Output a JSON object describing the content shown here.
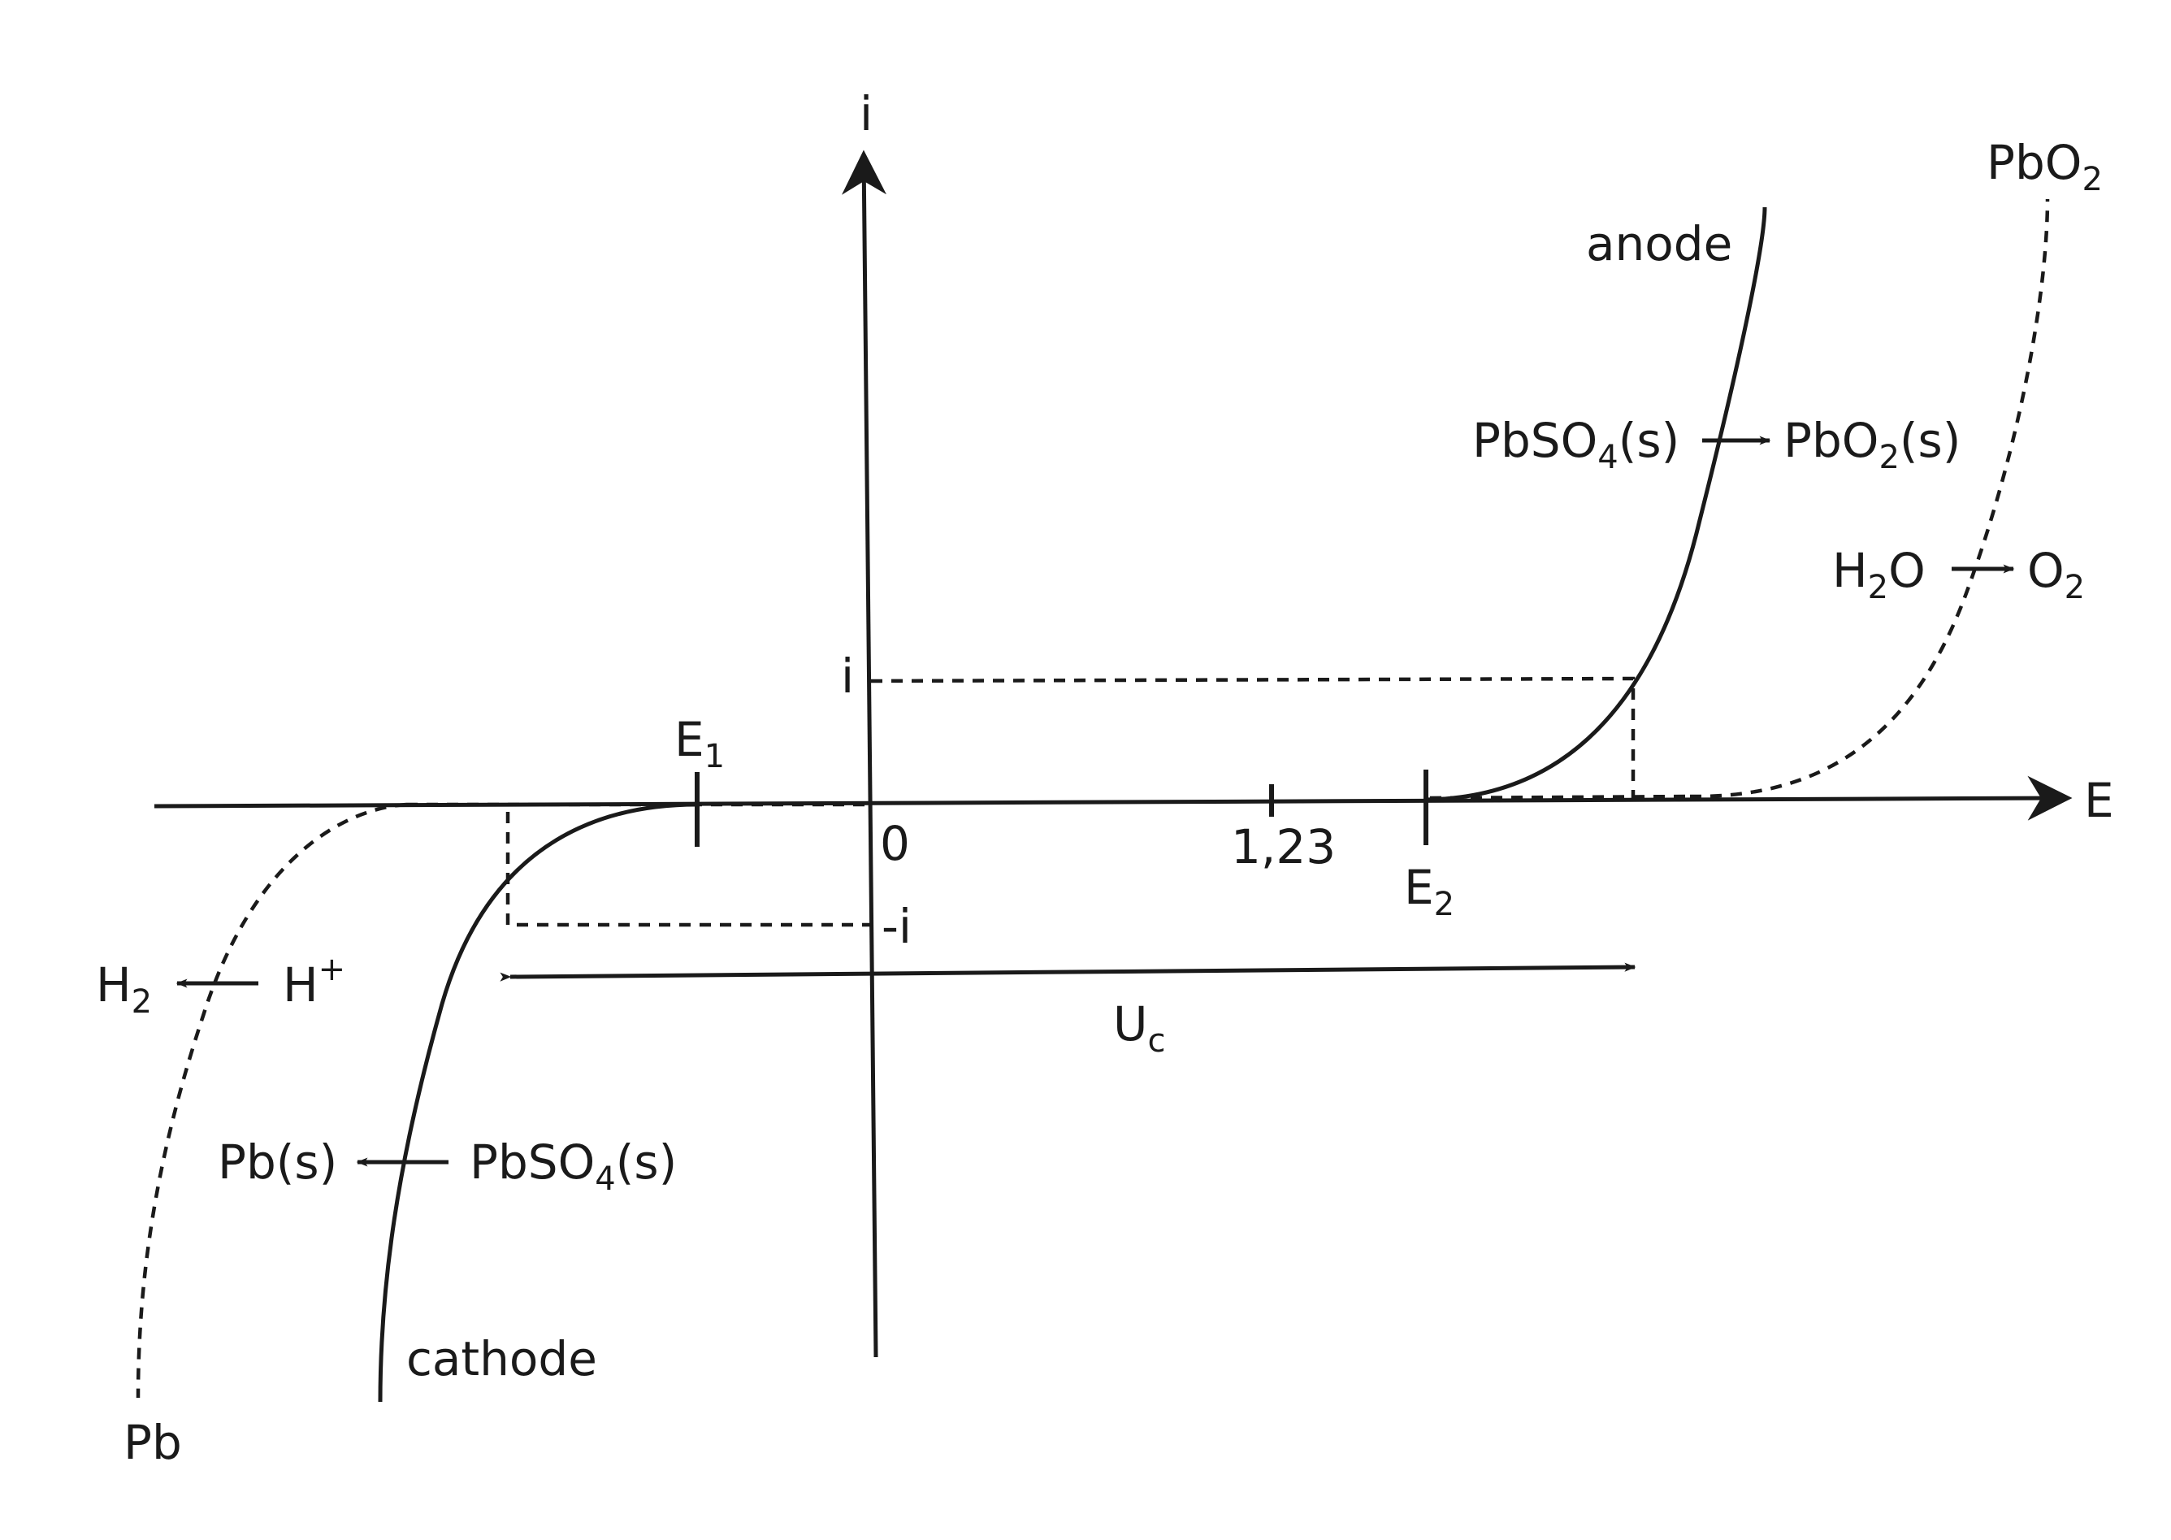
{
  "axes": {
    "vertical_label": "i",
    "horizontal_label": "E",
    "origin_label": "0"
  },
  "ticks": {
    "e1": {
      "main": "E",
      "sub": "1"
    },
    "value_123": "1,23",
    "e2": {
      "main": "E",
      "sub": "2"
    },
    "current_pos": "i",
    "current_neg": "-i"
  },
  "curves": {
    "anode": "anode",
    "cathode": "cathode",
    "pbo2": {
      "main": "PbO",
      "sub": "2"
    },
    "pb": "Pb"
  },
  "reactions": {
    "anode_reaction": {
      "reactant_main": "PbSO",
      "reactant_sub": "4",
      "reactant_tail": "(s)",
      "product_main": "PbO",
      "product_sub": "2",
      "product_tail": "(s)"
    },
    "oxygen": {
      "reactant_main": "H",
      "reactant_sub": "2",
      "reactant_tail": "O",
      "product_main": "O",
      "product_sub": "2"
    },
    "hydrogen": {
      "product_main": "H",
      "product_sub": "2",
      "reactant_main": "H",
      "reactant_sup": "+"
    },
    "cathode_reaction": {
      "product": "Pb(s)",
      "reactant_main": "PbSO",
      "reactant_sub": "4",
      "reactant_tail": "(s)"
    }
  },
  "voltage": {
    "main": "U",
    "sub": "c"
  }
}
